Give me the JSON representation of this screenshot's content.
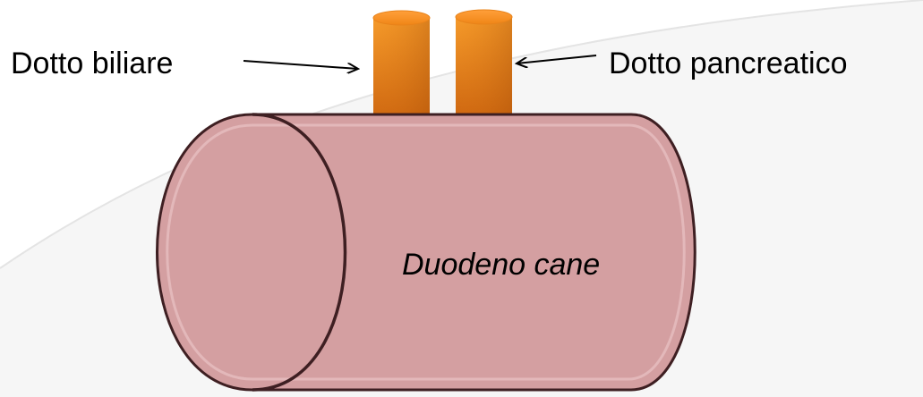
{
  "labels": {
    "bile_duct": "Dotto biliare",
    "pancreatic_duct": "Dotto pancreatico",
    "duodenum": "Duodeno cane"
  },
  "colors": {
    "duodenum_fill": "#d49fa1",
    "duodenum_stroke": "#3e1f22",
    "duct_fill_light": "#f58a1c",
    "duct_fill_dark": "#c9620e",
    "background": "#ffffff",
    "background_accent": "#ececec"
  }
}
